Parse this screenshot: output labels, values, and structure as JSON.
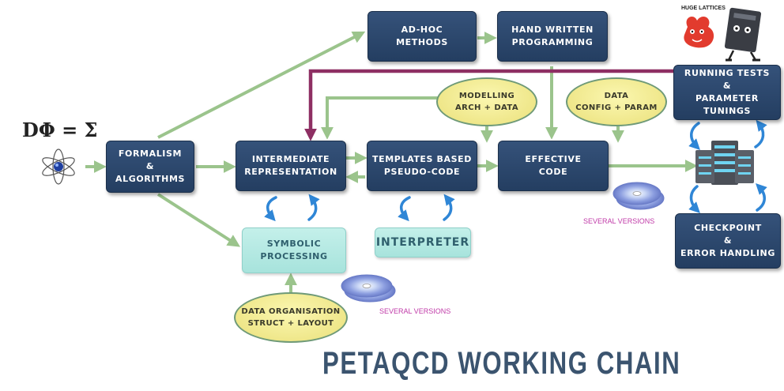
{
  "title": "PETAQCD WORKING CHAIN",
  "formula": "DΦ = Σ",
  "boxes": {
    "ad_hoc": [
      "AD-HOC",
      "METHODS"
    ],
    "hand_written": [
      "HAND WRITTEN",
      "PROGRAMMING"
    ],
    "running_tests": [
      "RUNNING TESTS",
      "&",
      "PARAMETER TUNINGS"
    ],
    "formalism": [
      "FORMALISM",
      "&",
      "ALGORITHMS"
    ],
    "intermediate": [
      "INTERMEDIATE",
      "REPRESENTATION"
    ],
    "templates": [
      "TEMPLATES BASED",
      "PSEUDO-CODE"
    ],
    "effective": [
      "EFFECTIVE",
      "CODE"
    ],
    "symbolic": [
      "SYMBOLIC",
      "PROCESSING"
    ],
    "interpreter": "INTERPRETER",
    "checkpoint": [
      "CHECKPOINT",
      "&",
      "ERROR HANDLING"
    ]
  },
  "ovals": {
    "modelling": [
      "MODELLING",
      "ARCH + DATA"
    ],
    "data_config": [
      "DATA",
      "CONFIG + PARAM"
    ],
    "data_org": [
      "DATA ORGANISATION",
      "STRUCT + LAYOUT"
    ]
  },
  "notes": {
    "several_versions_right": "SEVERAL VERSIONS",
    "several_versions_left": "SEVERAL VERSIONS",
    "huge_lattices": "HUGE LATTICES"
  },
  "colors": {
    "dark_box": "#2c4769",
    "light_box": "#b6e9e3",
    "oval": "#f3ec9a",
    "arrow": "#9bc48c",
    "feedback_arrow": "#8e2f63",
    "cycle_arrow": "#2f86d6",
    "note": "#c03aa8",
    "title": "#3b546f"
  }
}
